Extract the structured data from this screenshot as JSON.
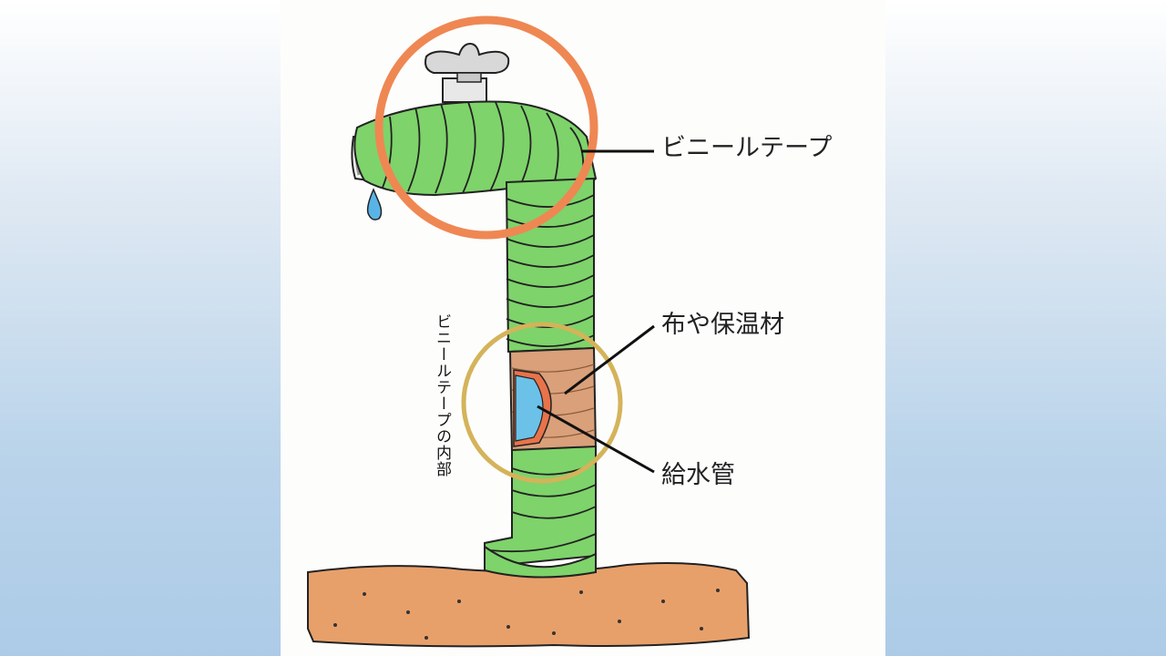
{
  "labels": {
    "vinyl_tape": "ビニールテープ",
    "cloth_insulation": "布や保温材",
    "water_pipe": "給水管",
    "tape_inside": "ビニールテープの内部"
  },
  "colors": {
    "tape_green": "#7ed36a",
    "ground": "#e8a06a",
    "insulation": "#d9a07a",
    "water": "#6cc1e8",
    "highlight_orange": "#ef8753",
    "highlight_gold": "#d4b35a"
  }
}
